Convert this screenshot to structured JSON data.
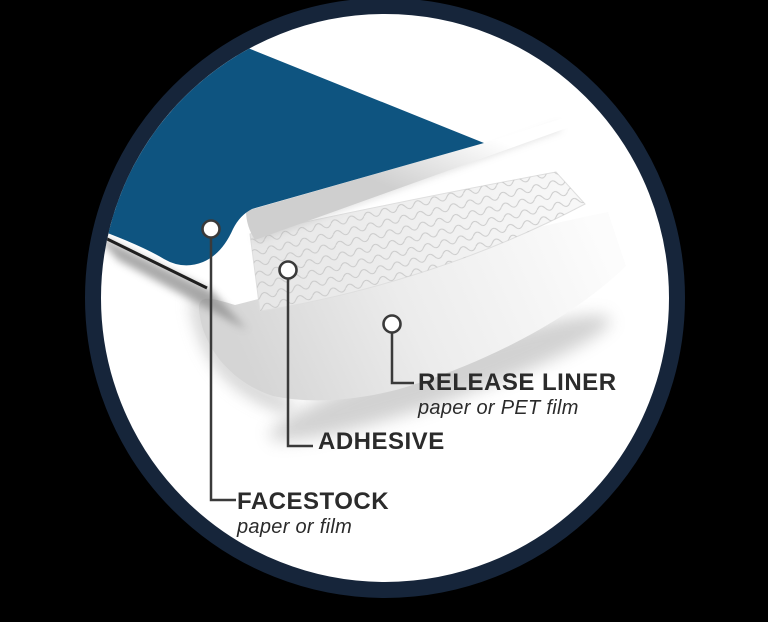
{
  "scene": {
    "background_color": "#000000",
    "badge": {
      "fill": "#FFFFFF",
      "ring_color": "#16253A"
    }
  },
  "diagram": {
    "facestock_color": "#0E5480",
    "adhesive_pattern_color": "#C2C2C2",
    "line_color": "#3A3A3A",
    "text_color": "#2B2B2B",
    "callouts": {
      "facestock": {
        "label": "FACESTOCK",
        "sublabel": "paper or film"
      },
      "adhesive": {
        "label": "ADHESIVE"
      },
      "release_liner": {
        "label": "RELEASE LINER",
        "sublabel": "paper or PET film"
      }
    }
  }
}
